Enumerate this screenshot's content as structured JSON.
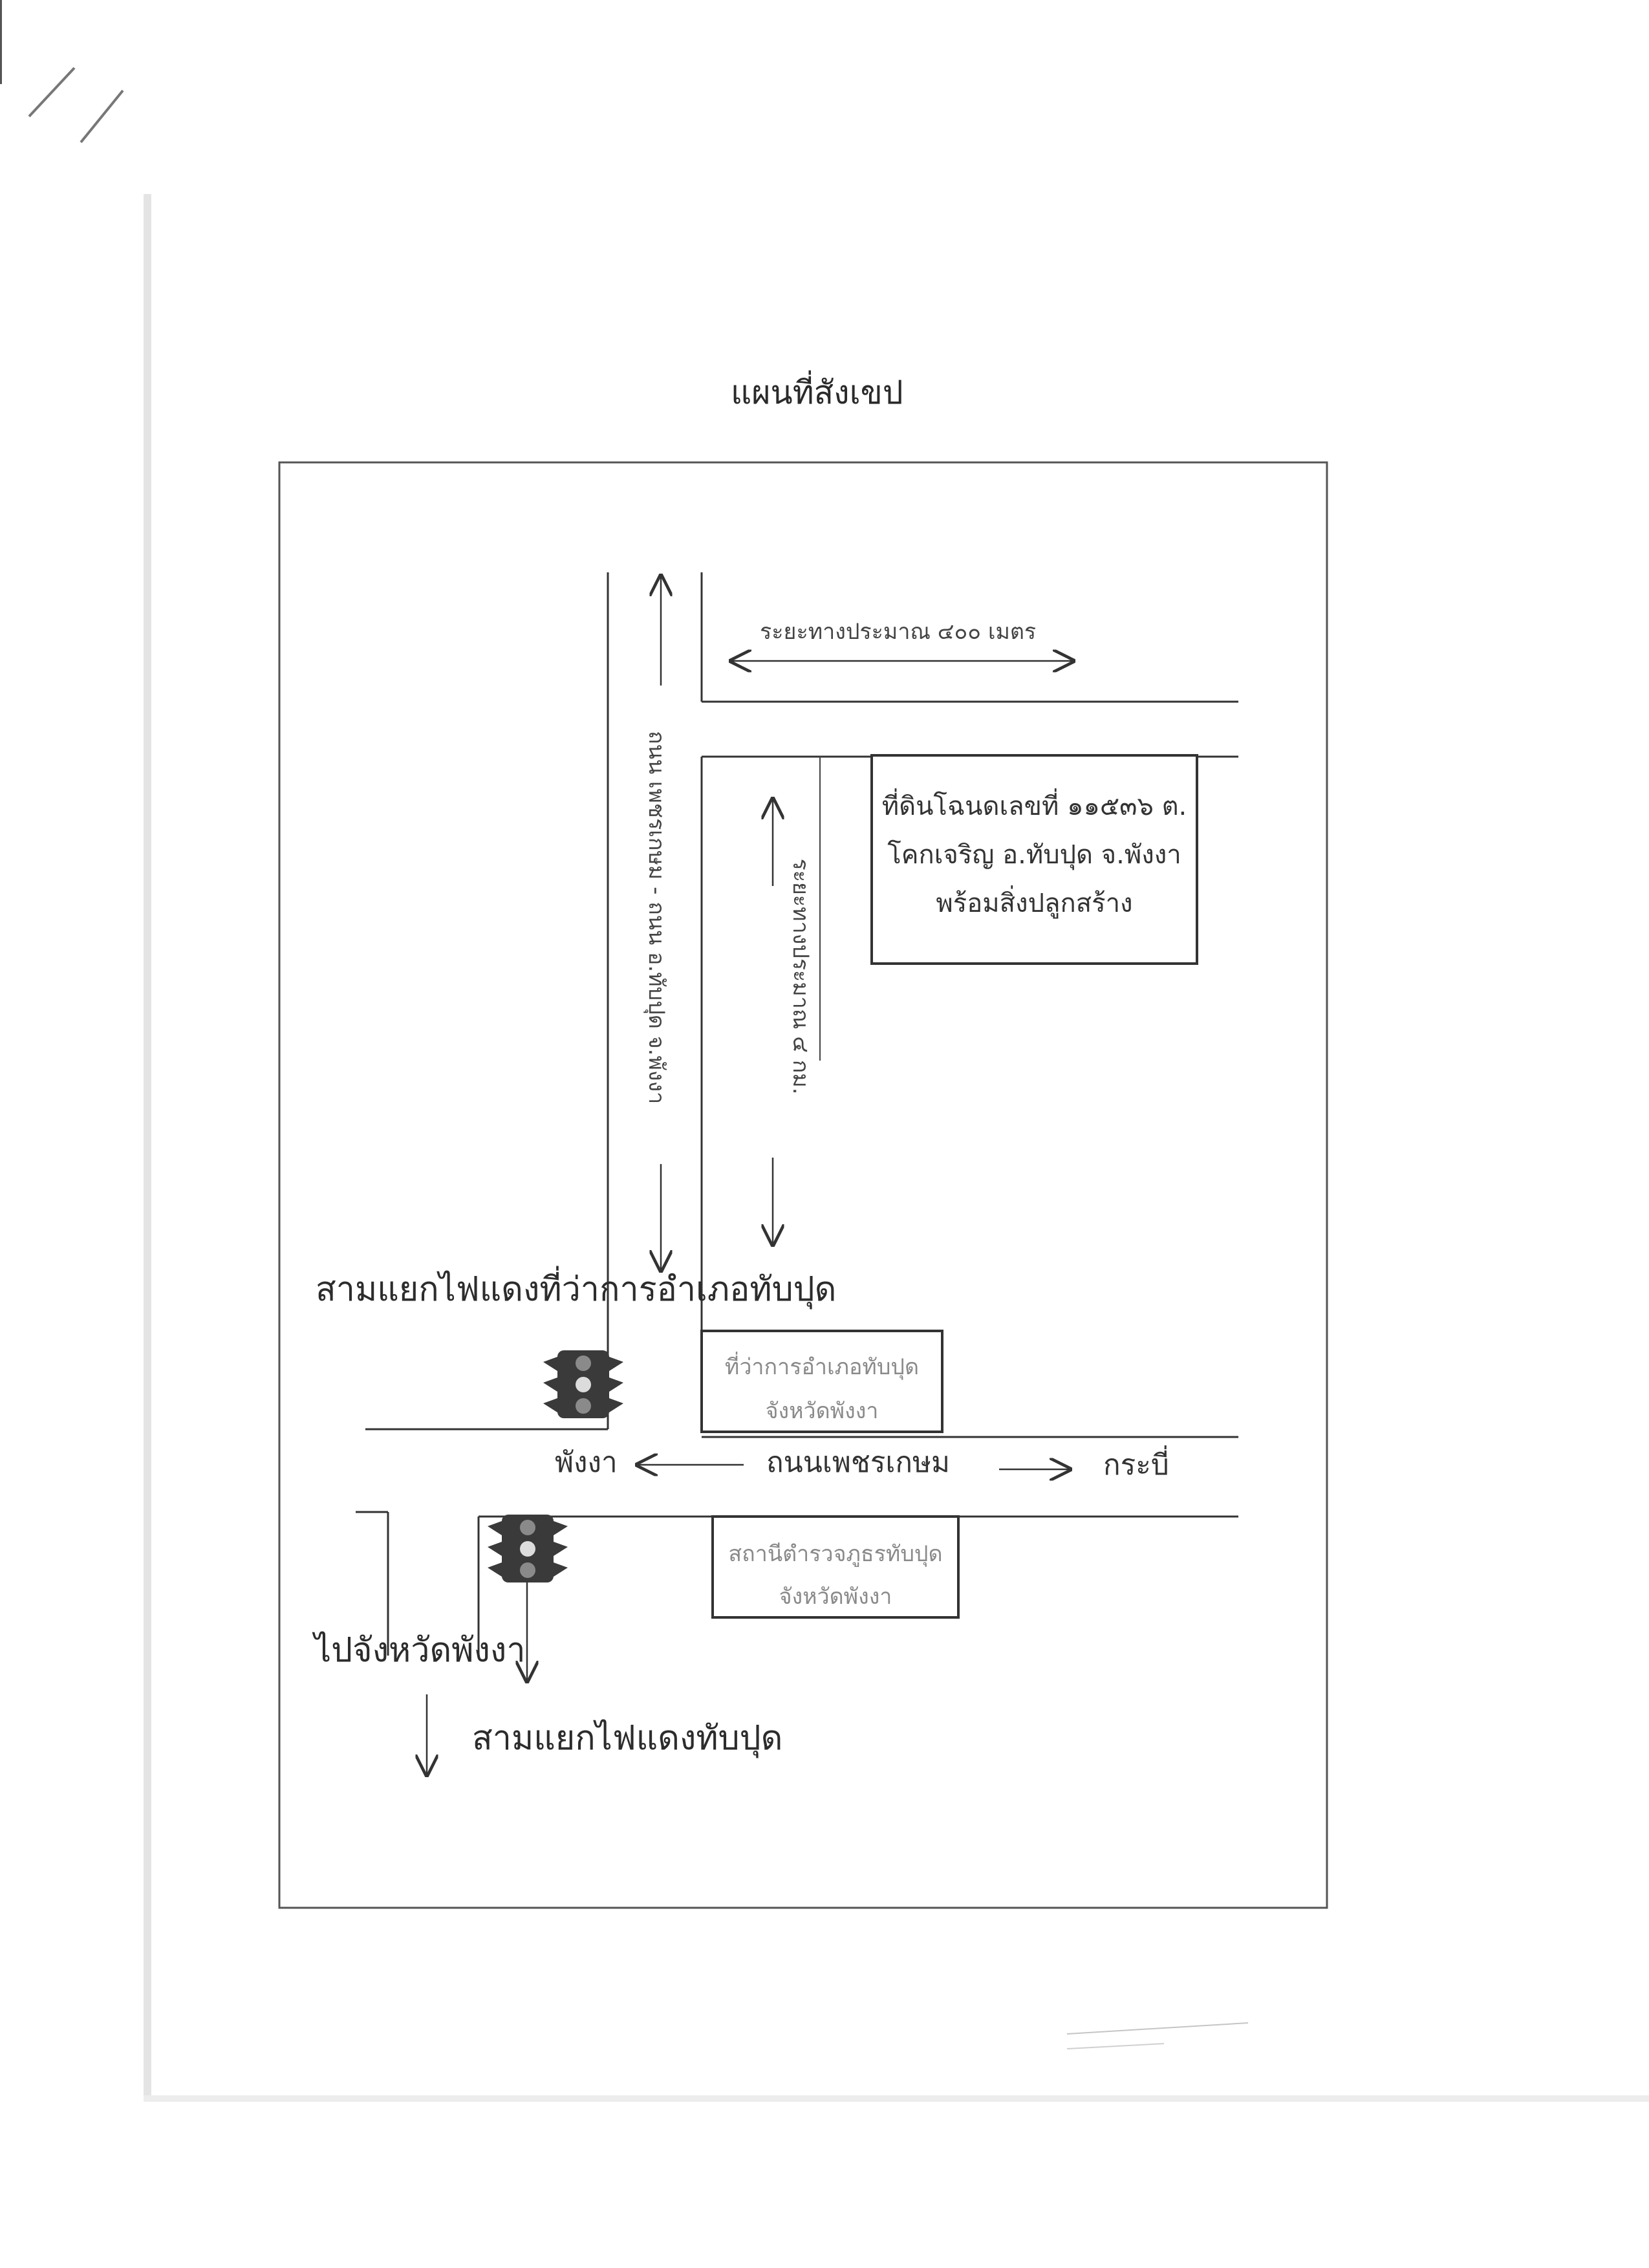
{
  "title": "แผนที่สังเขป",
  "labels": {
    "distance_horizontal": "ระยะทางประมาณ ๔๐๐ เมตร",
    "distance_vertical": "ระยะทางประมาณ ๔ กม.",
    "road_vertical": "ถนน เพชรเกษม - ถนน อ.ทับปุด จ.พังงา",
    "junction_district_office": "สามแยกไฟแดงที่ว่าการอำเภอทับปุด",
    "phangnga": "พังงา",
    "petchkasem_road": "ถนนเพชรเกษม",
    "krabi": "กระบี่",
    "to_phangnga": "ไปจังหวัดพังงา",
    "junction_thapput": "สามแยกไฟแดงทับปุด"
  },
  "boxes": {
    "land_plot": [
      "ที่ดินโฉนดเลขที่ ๑๑๕๓๖ ต.",
      "โคกเจริญ อ.ทับปุด จ.พังงา",
      "พร้อมสิ่งปลูกสร้าง"
    ],
    "district_office": [
      "ที่ว่าการอำเภอทับปุด",
      "จังหวัดพังงา"
    ],
    "police_station": [
      "สถานีตำรวจภูธรทับปุด",
      "จังหวัดพังงา"
    ]
  },
  "colors": {
    "ink": "#2a2a2a",
    "faint_ink": "#8a8a8a",
    "traffic_light": "#3a3a3a"
  },
  "icons": [
    "traffic-light-icon",
    "arrow-icon"
  ]
}
